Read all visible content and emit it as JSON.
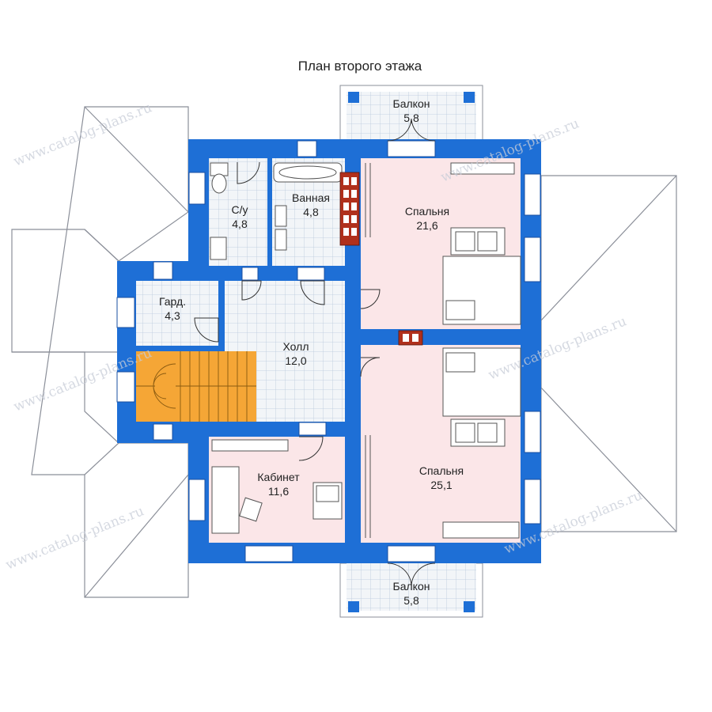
{
  "title": "План второго этажа",
  "watermark": "www.catalog-plans.ru",
  "colors": {
    "wall": "#1e6fd6",
    "tile_floor": "#f2f5f8",
    "tile_grid": "#b9c9dc",
    "room_pink": "#fbe6e8",
    "stairs": "#f5a636",
    "chimney": "#b0301c",
    "roof_line": "#8b8f99"
  },
  "rooms": {
    "wc": {
      "name": "С/у",
      "area": "4,8"
    },
    "bath": {
      "name": "Ванная",
      "area": "4,8"
    },
    "bedroom1": {
      "name": "Спальня",
      "area": "21,6"
    },
    "wardrobe": {
      "name": "Гард.",
      "area": "4,3"
    },
    "hall": {
      "name": "Холл",
      "area": "12,0"
    },
    "study": {
      "name": "Кабинет",
      "area": "11,6"
    },
    "bedroom2": {
      "name": "Спальня",
      "area": "25,1"
    },
    "balcony_top": {
      "name": "Балкон",
      "area": "5,8"
    },
    "balcony_bottom": {
      "name": "Балкон",
      "area": "5,8"
    }
  }
}
